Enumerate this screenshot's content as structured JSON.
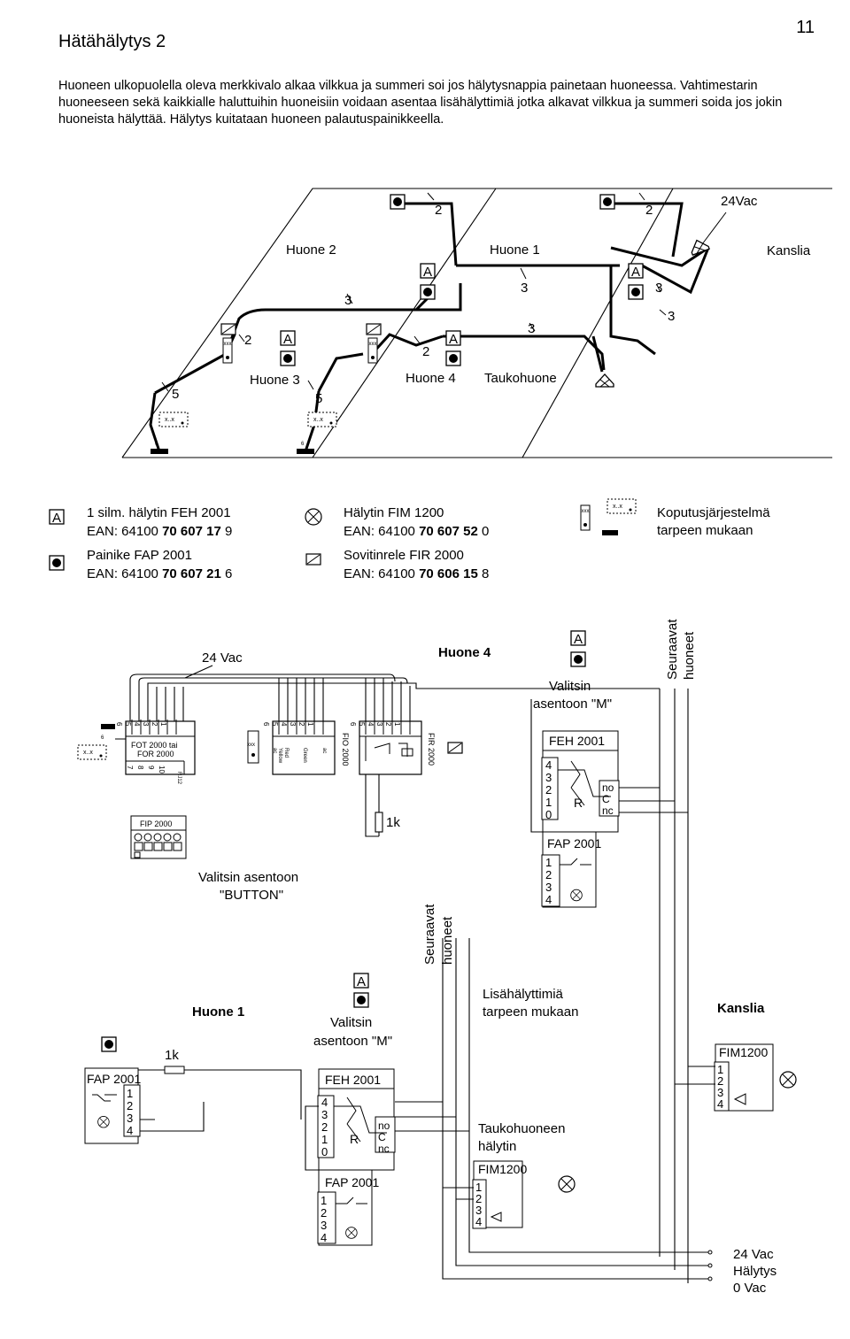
{
  "page": {
    "title": "Hätähälytys 2",
    "number": "11"
  },
  "intro": "Huoneen ulkopuolella oleva merkkivalo alkaa vilkkua ja summeri soi jos hälytysnappia painetaan huoneessa. Vahtimestarin huoneeseen sekä kaikkialle haluttuihin huoneisiin voidaan asentaa lisähälyttimiä jotka alkavat vilkkua ja summeri soida jos jokin huoneista hälyttää. Hälytys kuitataan huoneen palautuspainikkeella.",
  "floorplan": {
    "rooms": {
      "huone2": "Huone 2",
      "huone1": "Huone 1",
      "kanslia": "Kanslia",
      "huone3": "Huone 3",
      "huone4": "Huone 4",
      "taukohuone": "Taukohuone"
    },
    "supply": "24Vac",
    "n2": "2",
    "n3": "3",
    "n5": "5",
    "n6": "6",
    "a": "A"
  },
  "legend": {
    "feh_l1": "1 silm. hälytin FEH 2001",
    "feh_l2_pre": "EAN: 64100 ",
    "feh_l2_bold": "70 607 17",
    "feh_l2_post": " 9",
    "fap_l1": "Painike  FAP 2001",
    "fap_l2_pre": "EAN: 64100 ",
    "fap_l2_bold": "70 607 21",
    "fap_l2_post": " 6",
    "fim_l1": "Hälytin  FIM 1200",
    "fim_l2_pre": "EAN: 64100 ",
    "fim_l2_bold": "70 607 52",
    "fim_l2_post": " 0",
    "fir_l1": "Sovitinrele  FIR 2000",
    "fir_l2_pre": "EAN: 64100 ",
    "fir_l2_bold": "70 606 15",
    "fir_l2_post": " 8",
    "kop_l1": "Koputusjärjestelmä",
    "kop_l2": "tarpeen mukaan"
  },
  "wiring": {
    "vac24": "24 Vac",
    "huone4": "Huone 4",
    "valitsin_m1": "Valitsin",
    "valitsin_m2": "asentoon \"M\"",
    "seuraavat1": "Seuraavat",
    "seuraavat2": "huoneet",
    "fot1": "FOT 2000 tai",
    "fot2": "FOR 2000",
    "fot_top": [
      "6",
      "5",
      "4",
      "3",
      "2",
      "1"
    ],
    "fot_bottom": [
      "7",
      "8",
      "9",
      "10"
    ],
    "rj": "RJ12",
    "fio_label": "FIO 2000",
    "fio_pins": [
      "6",
      "5",
      "4",
      "3",
      "2",
      "1"
    ],
    "fio_wires": {
      "red": "Red",
      "yellow": "Yellow",
      "green": "Green",
      "ac1": "ac",
      "ac2": "ac"
    },
    "fir_label": "FIR 2000",
    "fir_pins": [
      "6",
      "5",
      "4",
      "3",
      "2",
      "1"
    ],
    "r1k": "1k",
    "fip": "FIP 2000",
    "feh": "FEH 2001",
    "feh_in": [
      "4",
      "3",
      "2",
      "1",
      "0"
    ],
    "feh_out": [
      "no",
      "C",
      "nc"
    ],
    "r": "R",
    "fap": "FAP 2001",
    "fap_pins": [
      "1",
      "2",
      "3",
      "4"
    ],
    "button1": "Valitsin asentoon",
    "button2": "\"BUTTON\"",
    "huone1": "Huone 1",
    "lisa1": "Lisähälyttimiä",
    "lisa2": "tarpeen mukaan",
    "kanslia": "Kanslia",
    "fim": "FIM1200",
    "fim_pins": [
      "1",
      "2",
      "3",
      "4"
    ],
    "tauko1": "Taukohuoneen",
    "tauko2": "hälytin",
    "bus_labels": [
      "24 Vac",
      "Hälytys",
      "0 Vac"
    ]
  }
}
